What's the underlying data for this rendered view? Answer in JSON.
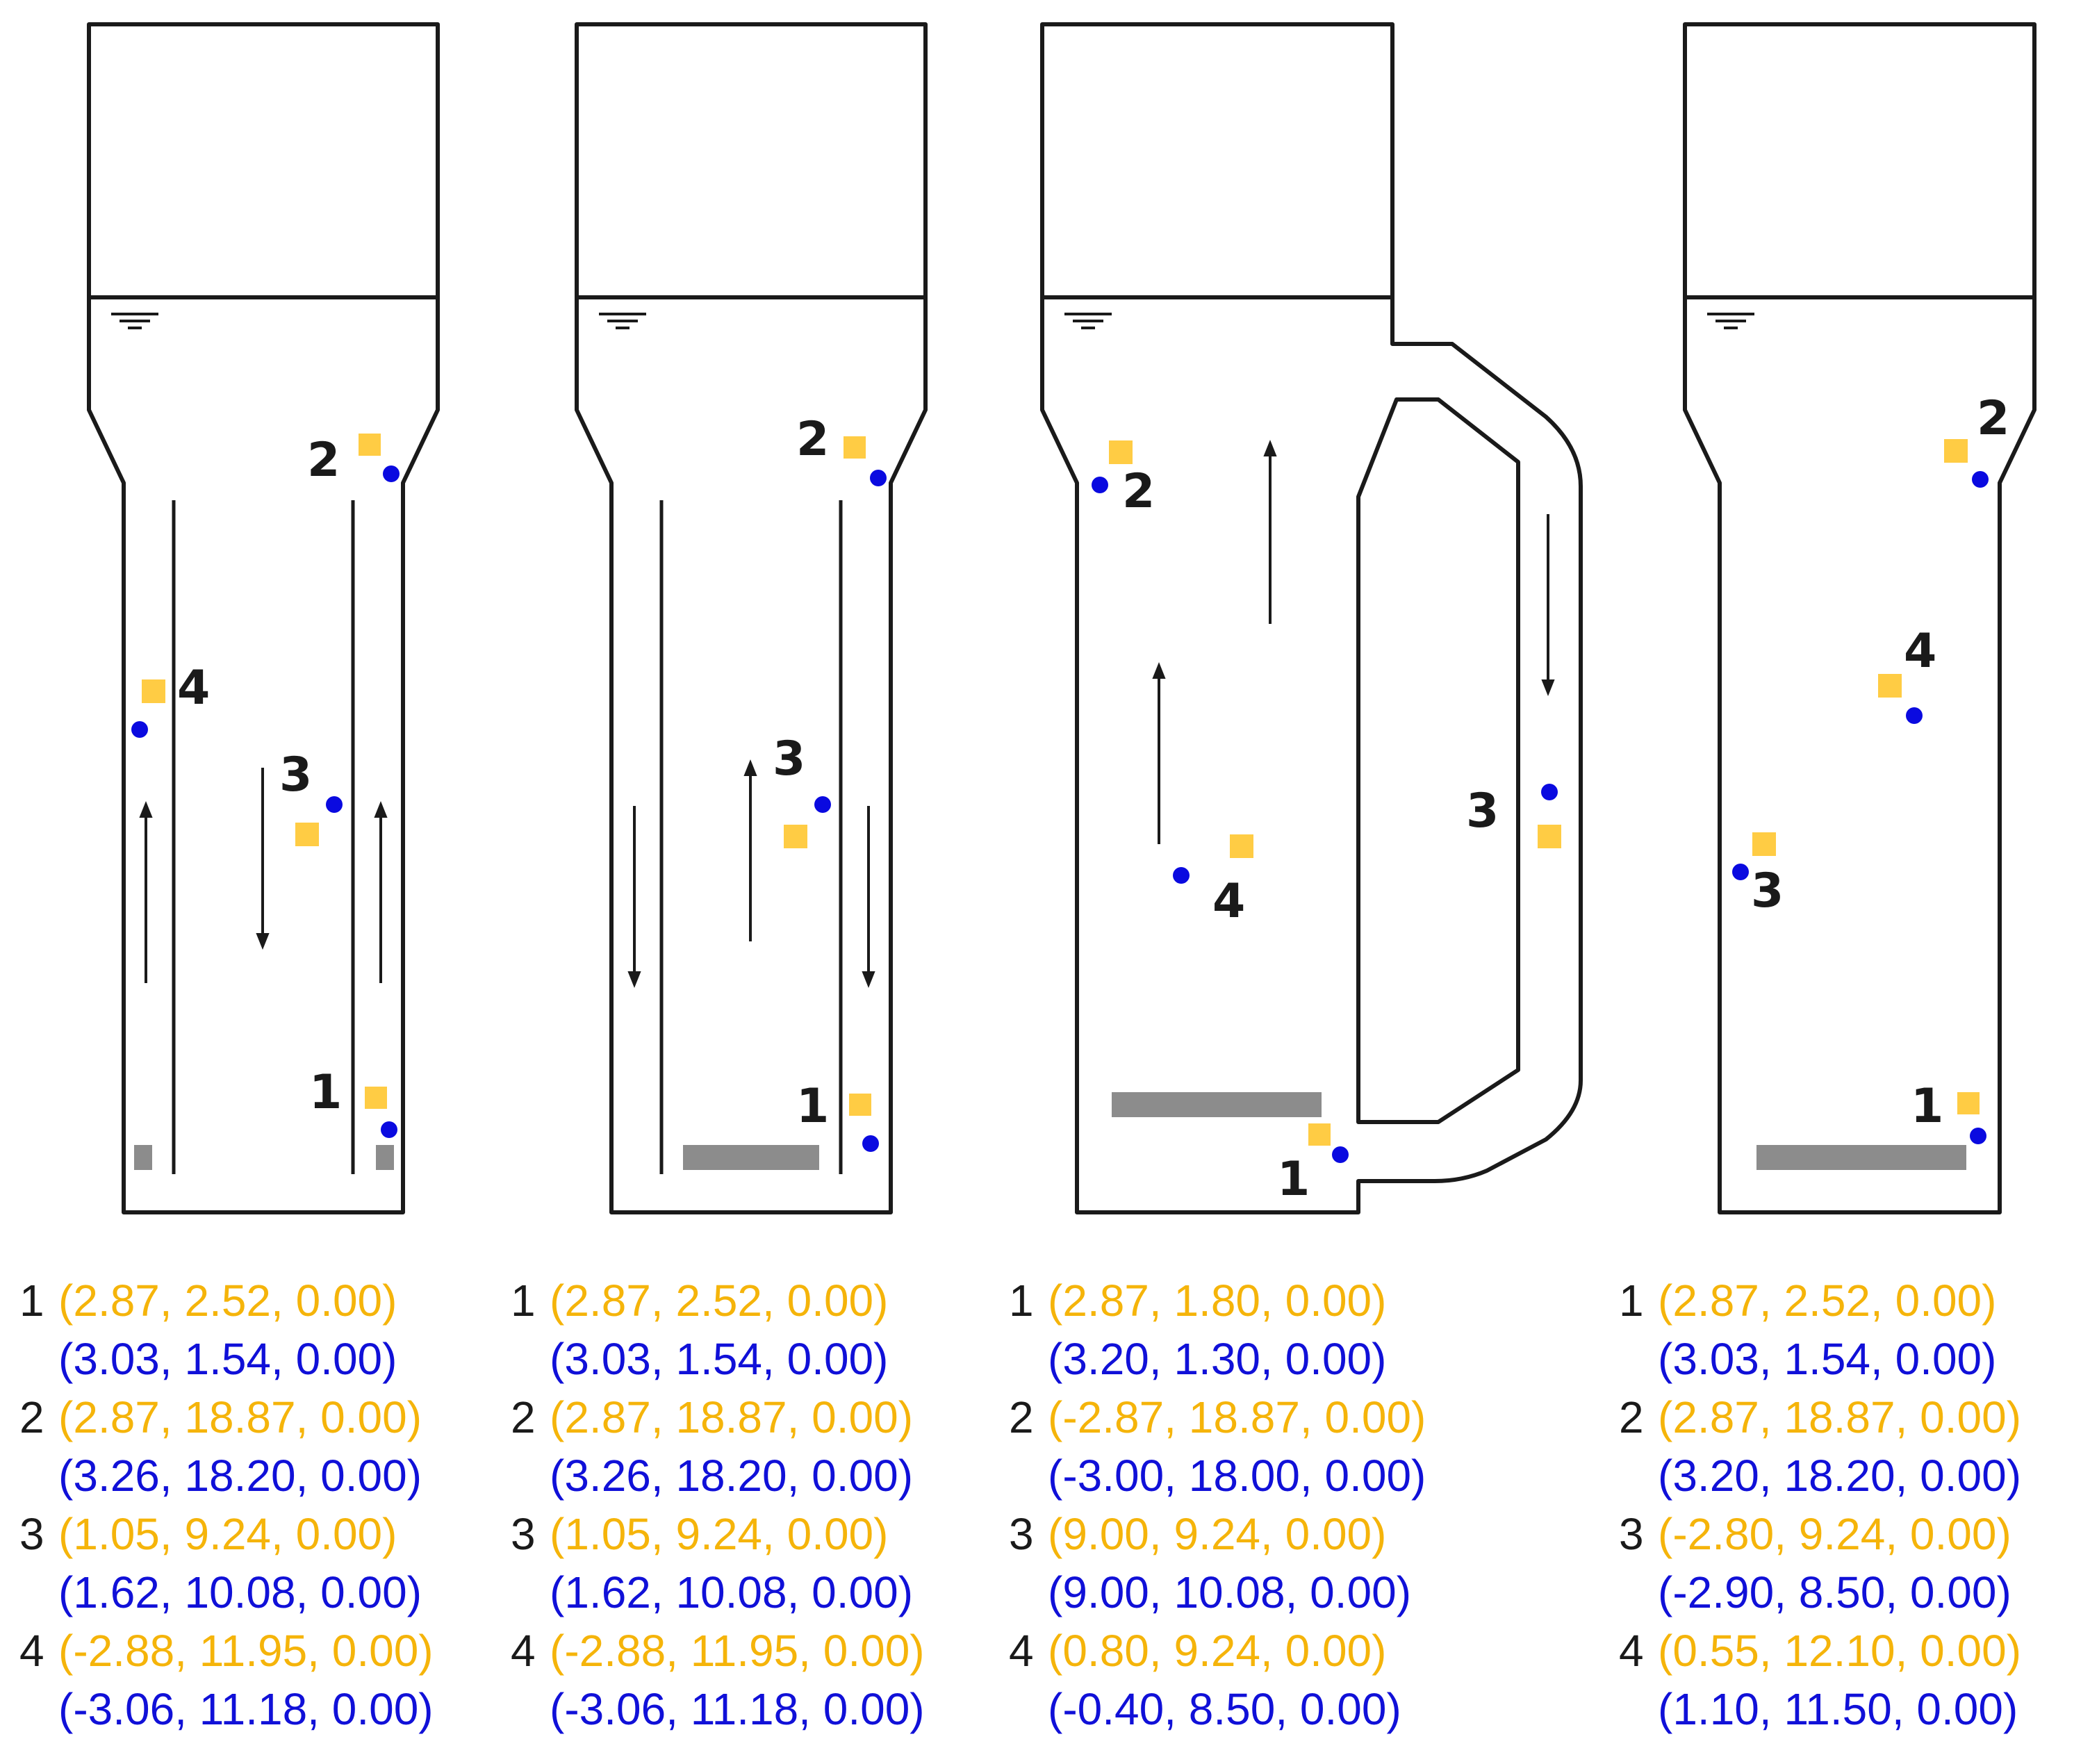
{
  "colors": {
    "probe_yellow": "#f5b40a",
    "probe_yellow_fill": "#ffcc44",
    "probe_blue": "#0a0ae0",
    "baffle_gray": "#8c8c8c",
    "outline": "#1a1a1a"
  },
  "icons": {
    "water_surface": "water-surface-icon",
    "flow": "flow-arrow-icon"
  },
  "panels": [
    {
      "points": [
        {
          "n": "1",
          "yellow": "(2.87, 2.52, 0.00)",
          "blue": "(3.03, 1.54, 0.00)"
        },
        {
          "n": "2",
          "yellow": "(2.87, 18.87, 0.00)",
          "blue": "(3.26, 18.20, 0.00)"
        },
        {
          "n": "3",
          "yellow": "(1.05, 9.24, 0.00)",
          "blue": "(1.62, 10.08, 0.00)"
        },
        {
          "n": "4",
          "yellow": "(-2.88, 11.95, 0.00)",
          "blue": "(-3.06, 11.18, 0.00)"
        }
      ]
    },
    {
      "points": [
        {
          "n": "1",
          "yellow": "(2.87, 2.52, 0.00)",
          "blue": "(3.03, 1.54, 0.00)"
        },
        {
          "n": "2",
          "yellow": "(2.87, 18.87, 0.00)",
          "blue": "(3.26, 18.20, 0.00)"
        },
        {
          "n": "3",
          "yellow": "(1.05, 9.24, 0.00)",
          "blue": "(1.62, 10.08, 0.00)"
        },
        {
          "n": "4",
          "yellow": "(-2.88, 11.95, 0.00)",
          "blue": "(-3.06, 11.18, 0.00)"
        }
      ]
    },
    {
      "points": [
        {
          "n": "1",
          "yellow": "(2.87, 1.80, 0.00)",
          "blue": "(3.20, 1.30, 0.00)"
        },
        {
          "n": "2",
          "yellow": "(-2.87, 18.87, 0.00)",
          "blue": "(-3.00, 18.00, 0.00)"
        },
        {
          "n": "3",
          "yellow": "(9.00, 9.24, 0.00)",
          "blue": "(9.00, 10.08, 0.00)"
        },
        {
          "n": "4",
          "yellow": "(0.80, 9.24, 0.00)",
          "blue": "(-0.40, 8.50, 0.00)"
        }
      ]
    },
    {
      "points": [
        {
          "n": "1",
          "yellow": "(2.87, 2.52, 0.00)",
          "blue": "(3.03, 1.54, 0.00)"
        },
        {
          "n": "2",
          "yellow": "(2.87, 18.87, 0.00)",
          "blue": "(3.20, 18.20, 0.00)"
        },
        {
          "n": "3",
          "yellow": "(-2.80, 9.24, 0.00)",
          "blue": "(-2.90, 8.50, 0.00)"
        },
        {
          "n": "4",
          "yellow": "(0.55, 12.10, 0.00)",
          "blue": "(1.10, 11.50, 0.00)"
        }
      ]
    }
  ]
}
